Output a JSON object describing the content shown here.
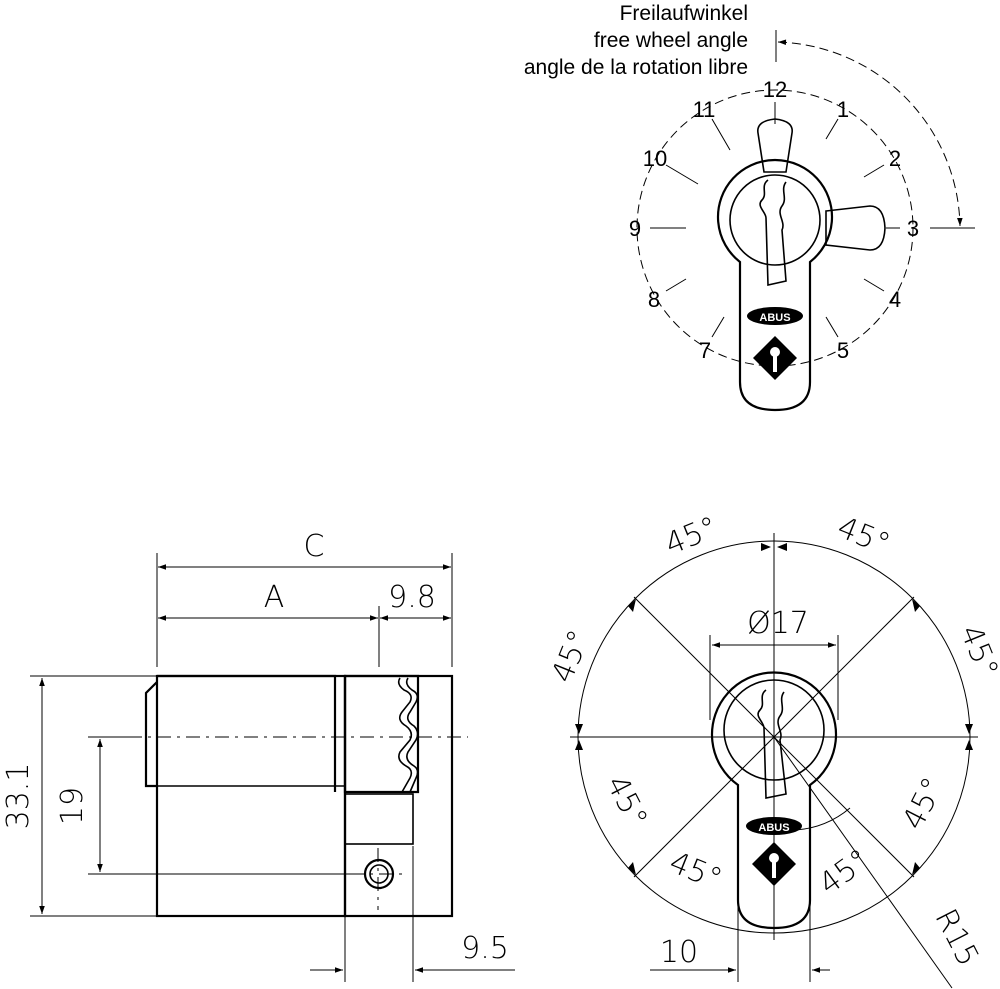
{
  "title_lines": [
    "Freilaufwinkel",
    "free wheel angle",
    "angle de la rotation libre"
  ],
  "clock_numbers": [
    "12",
    "1",
    "2",
    "3",
    "4",
    "5",
    "7",
    "8",
    "9",
    "10",
    "11"
  ],
  "brand": "ABUS",
  "side_view": {
    "dim_C": "C",
    "dim_A": "A",
    "dim_9_8": "9.8",
    "dim_33_1": "33.1",
    "dim_19": "19",
    "dim_9_5": "9.5"
  },
  "front_view": {
    "angle_labels": [
      "45°",
      "45°",
      "45°",
      "45°",
      "45°",
      "45°",
      "45°",
      "45°"
    ],
    "dim_phi17": "Ø17",
    "dim_10": "10",
    "dim_R15": "R15"
  }
}
